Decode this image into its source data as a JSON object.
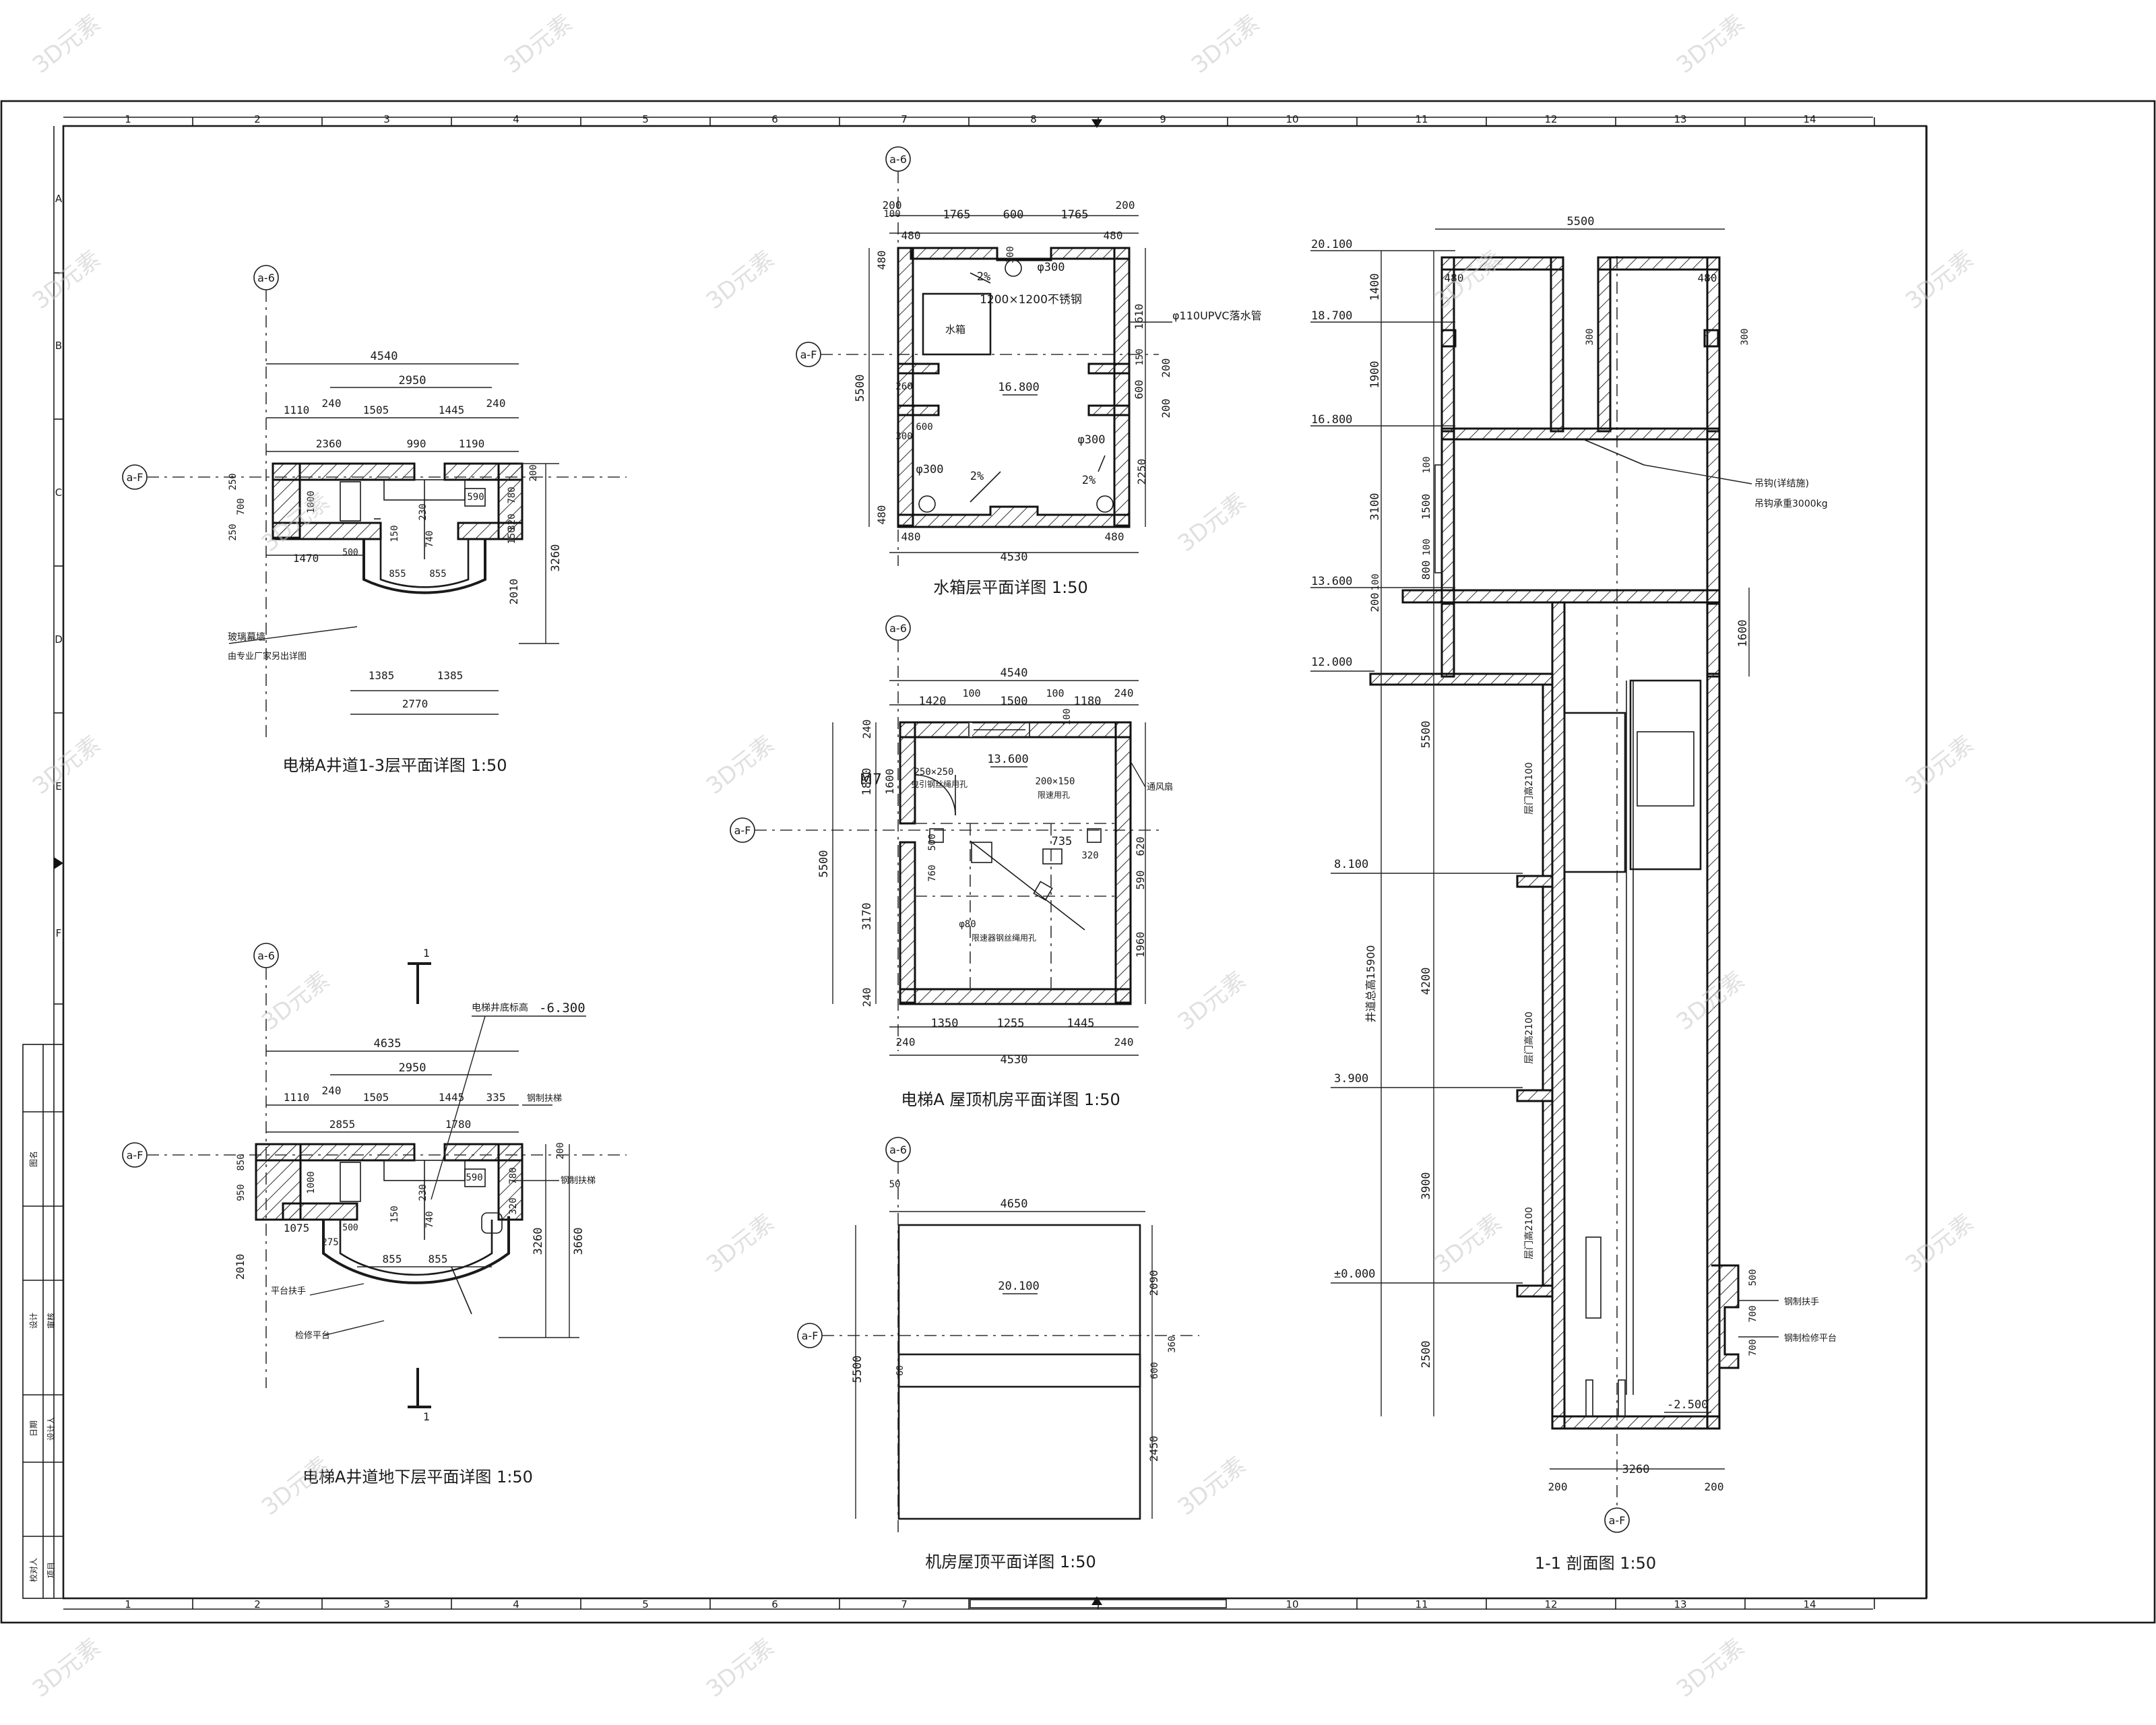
{
  "grid_columns": [
    "1",
    "2",
    "3",
    "4",
    "5",
    "6",
    "7",
    "8",
    "9",
    "10",
    "11",
    "12",
    "13",
    "14"
  ],
  "grid_rows": [
    "A",
    "B",
    "C",
    "D",
    "E",
    "F"
  ],
  "watermark": "3D元素",
  "title_block": [
    "图名",
    "设计",
    "审核",
    "日期",
    "设计人",
    "校对人",
    "项目"
  ],
  "drawings": {
    "shaft_upper": {
      "title": "电梯A井道1-3层平面详图 1:50",
      "axis_v": "a-6",
      "axis_h": "a-F",
      "dims_top": [
        "4540",
        "2950",
        "1110",
        "240",
        "1505",
        "1445",
        "240",
        "2360",
        "990",
        "1190"
      ],
      "dims_inner": [
        "1000",
        "590",
        "740",
        "230",
        "150",
        "855",
        "855",
        "500",
        "1470",
        "1385",
        "1385",
        "2770",
        "780",
        "320",
        "150",
        "3260",
        "2010",
        "700",
        "250",
        "250",
        "200"
      ],
      "notes": [
        "玻璃幕墙",
        "由专业厂家另出详图"
      ]
    },
    "shaft_basement": {
      "title": "电梯A井道地下层平面详图 1:50",
      "axis_v": "a-6",
      "axis_h": "a-F",
      "section_mark": "1",
      "level": "-6.300",
      "dims_top": [
        "4635",
        "2950",
        "1110",
        "240",
        "1505",
        "1445",
        "335",
        "2855",
        "1780"
      ],
      "dims_inner": [
        "1000",
        "590",
        "740",
        "230",
        "150",
        "855",
        "855",
        "500",
        "1075",
        "275",
        "780",
        "320",
        "3260",
        "3660",
        "2010",
        "950",
        "850",
        "200"
      ],
      "notes": [
        "电梯井底标高",
        "钢制扶梯",
        "钢制扶梯",
        "平台扶手",
        "检修平台"
      ]
    },
    "tank": {
      "title": "水箱层平面详图 1:50",
      "axis_v": "a-6",
      "axis_h": "a-F",
      "dims_top": [
        "200",
        "100",
        "1765",
        "600",
        "1765",
        "200",
        "480",
        "300",
        "480"
      ],
      "dims_side": [
        "5500",
        "1610",
        "150",
        "200",
        "600",
        "200",
        "2250",
        "480",
        "480",
        "260",
        "600",
        "300"
      ],
      "dims_bottom": [
        "4530",
        "480",
        "480"
      ],
      "labels": [
        "φ300",
        "1200×1200不锈钢",
        "水箱",
        "16.800",
        "φ300",
        "2%",
        "2%",
        "2%",
        "φ300"
      ],
      "notes": [
        "φ110UPVC落水管"
      ]
    },
    "machine_room": {
      "title": "电梯A 屋顶机房平面详图 1:50",
      "axis_v": "a-6",
      "axis_h": "a-F",
      "dims_top": [
        "4540",
        "1420",
        "100",
        "1500",
        "100",
        "1180",
        "240",
        "100"
      ],
      "dims_side": [
        "5500",
        "240",
        "1850",
        "1600",
        "3170",
        "240",
        "620",
        "590",
        "1960",
        "500",
        "760",
        "735",
        "320"
      ],
      "dims_bottom": [
        "240",
        "1350",
        "1255",
        "1445",
        "240",
        "4530"
      ],
      "labels": [
        "M7",
        "13.600",
        "250×250",
        "200×150",
        "φ80"
      ],
      "notes": [
        "曳引钢丝绳用孔",
        "限速用孔",
        "限速器钢丝绳用孔",
        "通风扇"
      ]
    },
    "roof": {
      "title": "机房屋顶平面详图 1:50",
      "axis_v": "a-6",
      "axis_h": "a-F",
      "dims": [
        "50",
        "4650",
        "2090",
        "360",
        "600",
        "2450",
        "5500",
        "60"
      ],
      "level": "20.100"
    },
    "section": {
      "title": "1-1 剖面图 1:50",
      "axis": "a-F",
      "levels": [
        "20.100",
        "18.700",
        "16.800",
        "13.600",
        "12.000",
        "8.100",
        "3.900",
        "±0.000",
        "-2.500"
      ],
      "dims_top": [
        "5500",
        "480",
        "480"
      ],
      "dims_left": [
        "1400",
        "1900",
        "3100",
        "1500",
        "100",
        "100",
        "800",
        "200",
        "100",
        "5500",
        "4200",
        "3900",
        "2500",
        "1600",
        "300",
        "300"
      ],
      "dims_bottom": [
        "200",
        "3260",
        "200"
      ],
      "vertical_label": "井道总高15900",
      "door_labels": [
        "层门高2100",
        "层门高2100",
        "层门高2100"
      ],
      "side_dims": [
        "500",
        "700",
        "700"
      ],
      "notes": [
        "吊钩(详结施)",
        "吊钩承重3000kg",
        "钢制扶手",
        "钢制检修平台"
      ]
    }
  }
}
